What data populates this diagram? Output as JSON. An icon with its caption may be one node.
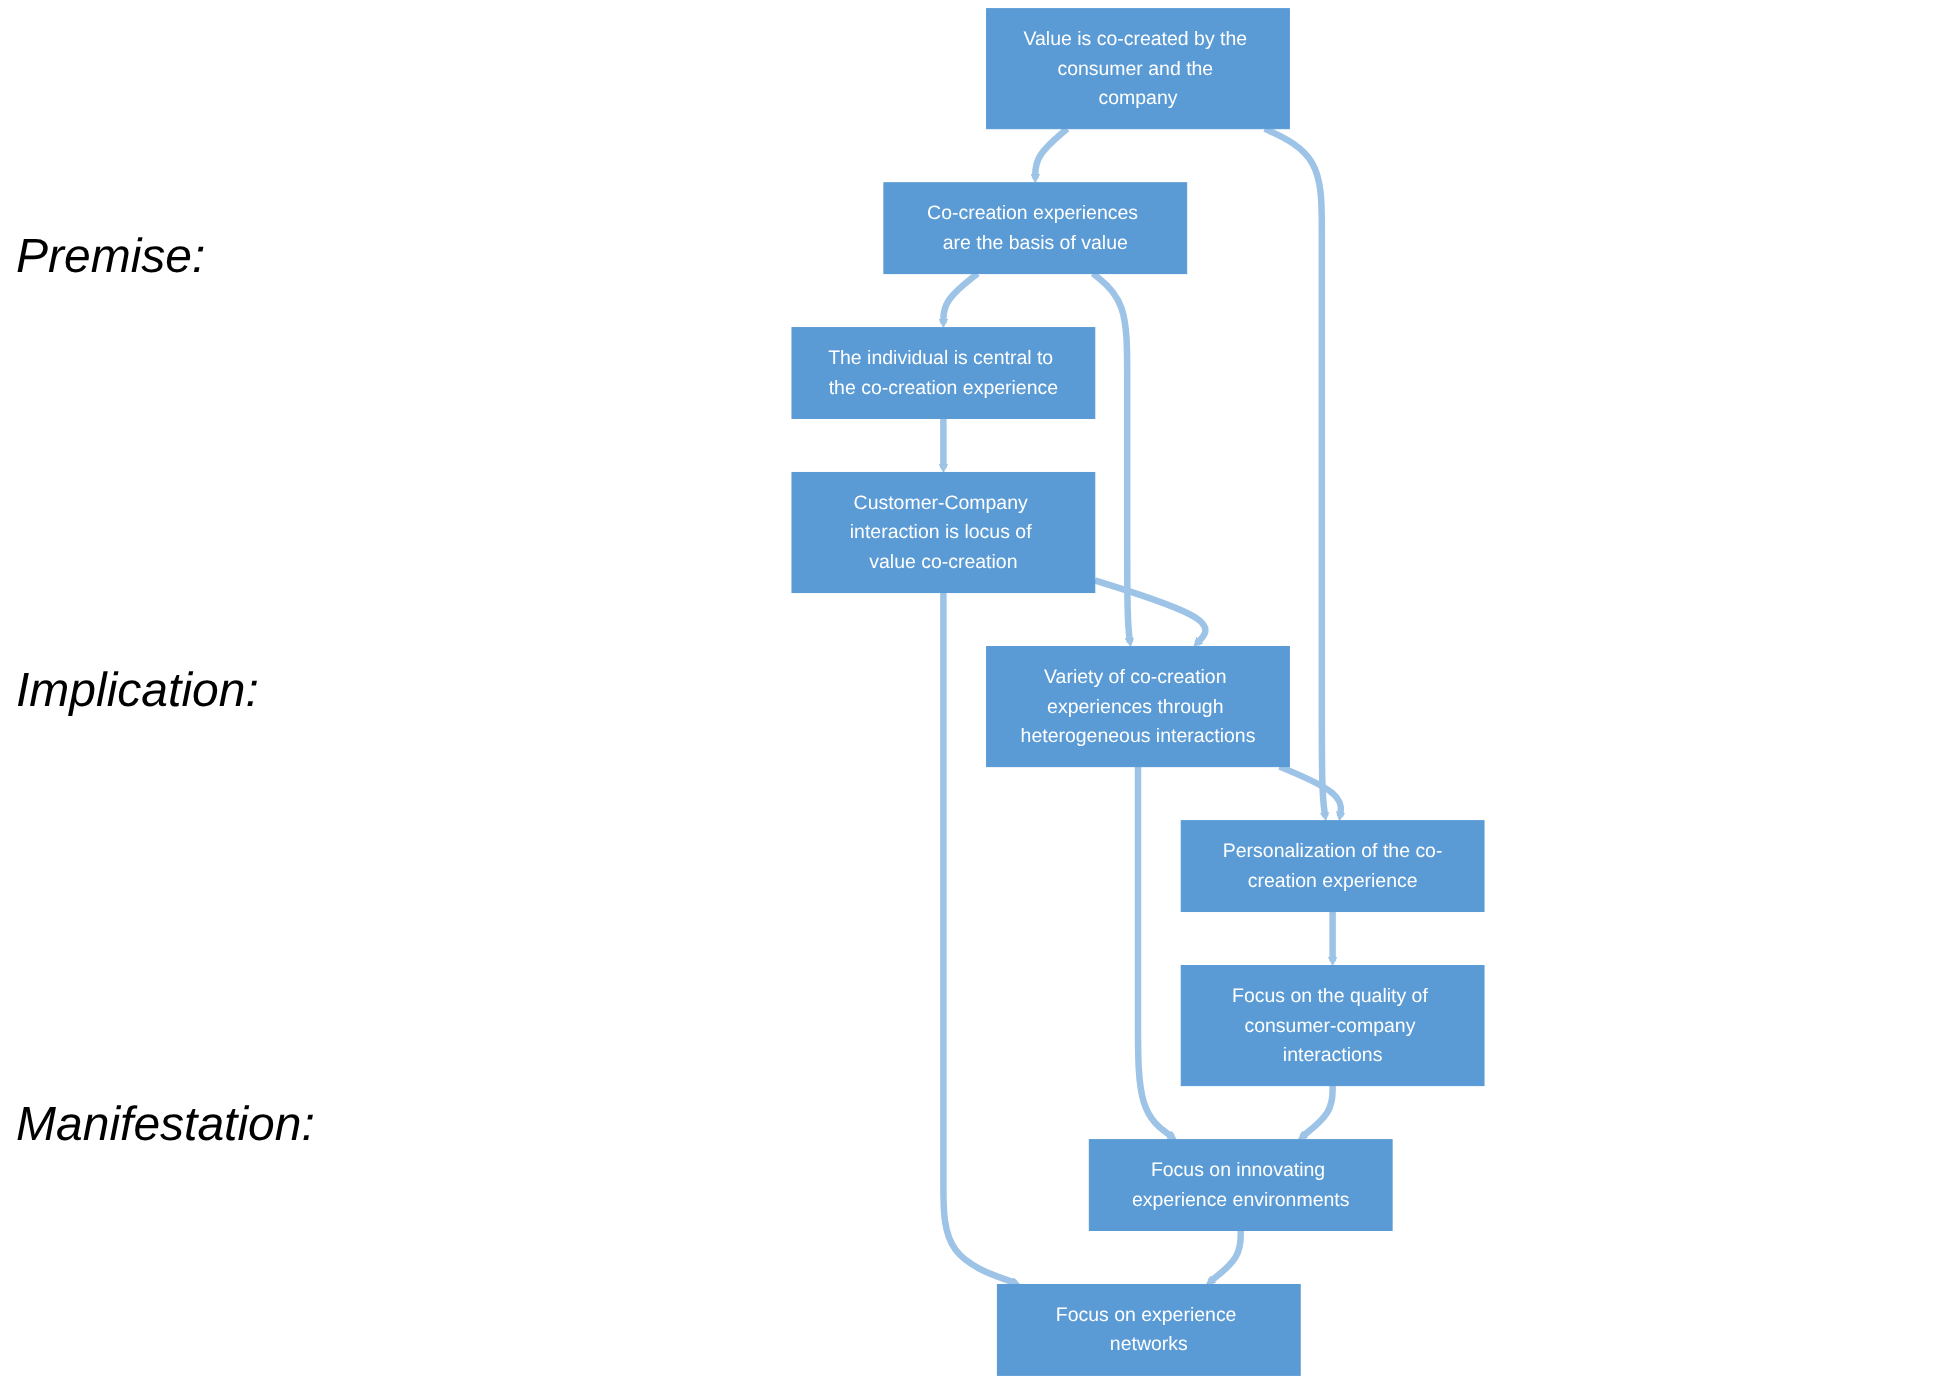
{
  "diagram": {
    "nodes": [
      {
        "text": [
          "Value is co-created by the consumer and the company"
        ]
      },
      {
        "text": [
          "Co-creation experiences are the basis of value"
        ]
      },
      {
        "text": [
          "The individual is central to the co-creation experience"
        ]
      },
      {
        "text": [
          "Personalization of the co-creation experience"
        ]
      },
      {
        "text": [
          "Variety of co-creation experiences through heterogeneous interactions"
        ]
      },
      {
        "text": [
          "Customer-Company interaction is locus of value co-creation"
        ]
      },
      {
        "text": [
          "Focus on the quality of consumer-company interactions"
        ]
      },
      {
        "text": [
          "Focus on innovating experience environments"
        ]
      },
      {
        "text": [
          "Focus on experience networks"
        ]
      }
    ],
    "edges": [
      {
        "from": 0,
        "to": 1,
        "arrow": "to"
      },
      {
        "from": 1,
        "to": 2,
        "arrow": "to"
      },
      {
        "from": 0,
        "to": 3,
        "arrow": "to"
      },
      {
        "from": 1,
        "to": 4,
        "arrow": "to"
      },
      {
        "from": 2,
        "to": 5,
        "arrow": "to"
      },
      {
        "from": 5,
        "to": 4,
        "arrow": "to"
      },
      {
        "from": 4,
        "to": 3,
        "arrow": "to"
      },
      {
        "from": 3,
        "to": 6,
        "arrow": "to"
      },
      {
        "from": 4,
        "to": 7,
        "arrow": "to"
      },
      {
        "from": 5,
        "to": 8,
        "arrow": "to"
      },
      {
        "from": 6,
        "to": 7,
        "arrow": "to"
      },
      {
        "from": 7,
        "to": 8,
        "arrow": "to"
      }
    ],
    "labels": [
      "Premise:",
      "Implication:",
      "Manifestation:"
    ]
  }
}
